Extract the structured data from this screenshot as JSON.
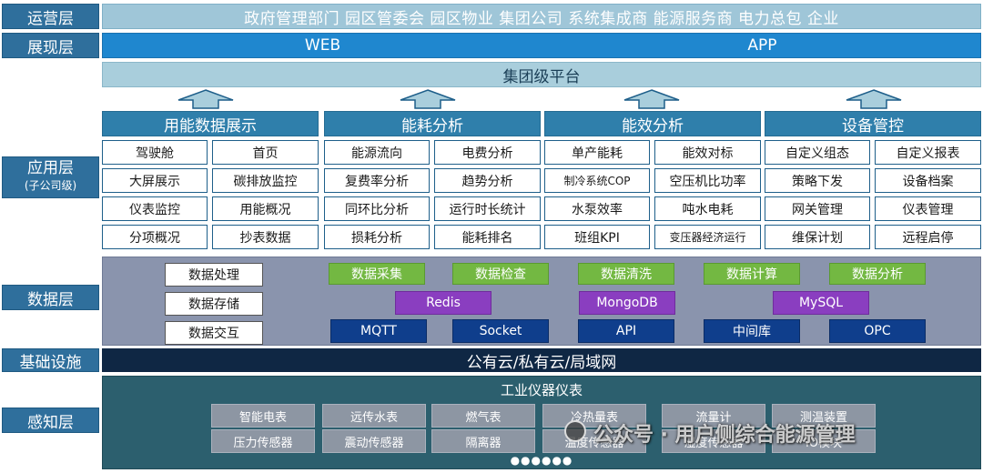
{
  "layers": {
    "operation": "运营层",
    "presentation": "展现层",
    "application": "应用层",
    "application_sub": "(子公司级)",
    "data": "数据层",
    "infrastructure": "基础设施",
    "perception": "感知层"
  },
  "operation_bar": "政府管理部门 园区管委会 园区物业 集团公司 系统集成商 能源服务商 电力总包 企业",
  "presentation": {
    "web": "WEB",
    "app": "APP"
  },
  "platform": "集团级平台",
  "modules": [
    {
      "title": "用能数据展示",
      "left": [
        "驾驶舱",
        "大屏展示",
        "仪表监控",
        "分项概况"
      ],
      "right": [
        "首页",
        "碳排放监控",
        "用能概况",
        "抄表数据"
      ]
    },
    {
      "title": "能耗分析",
      "left": [
        "能源流向",
        "复费率分析",
        "同环比分析",
        "损耗分析"
      ],
      "right": [
        "电费分析",
        "趋势分析",
        "运行时长统计",
        "能耗排名"
      ]
    },
    {
      "title": "能效分析",
      "left": [
        "单产能耗",
        "制冷系统COP",
        "水泵效率",
        "班组KPI"
      ],
      "right": [
        "能效对标",
        "空压机比功率",
        "吨水电耗",
        "变压器经济运行"
      ]
    },
    {
      "title": "设备管控",
      "left": [
        "自定义组态",
        "策略下发",
        "网关管理",
        "维保计划"
      ],
      "right": [
        "自定义报表",
        "设备档案",
        "仪表管理",
        "远程启停"
      ]
    }
  ],
  "data_layer": {
    "processing": [
      "数据处理",
      "数据存储",
      "数据交互"
    ],
    "green": [
      "数据采集",
      "数据检查",
      "数据清洗",
      "数据计算",
      "数据分析"
    ],
    "purple": [
      "Redis",
      "MongoDB",
      "MySQL"
    ],
    "navy": [
      "MQTT",
      "Socket",
      "API",
      "中间库",
      "OPC"
    ]
  },
  "infrastructure_bar": "公有云/私有云/局域网",
  "perception_layer": {
    "title": "工业仪器仪表",
    "row1": [
      "智能电表",
      "远传水表",
      "燃气表",
      "冷热量表",
      "流量计",
      "测温装置"
    ],
    "row2": [
      "压力传感器",
      "震动传感器",
      "隔离器",
      "温度传感器",
      "湿度传感器",
      "IO模块"
    ],
    "more": "●●●●●●"
  },
  "watermark": "公众号 · 用户侧综合能源管理",
  "colors": {
    "layer_label": "#2f6f9c",
    "presentation": "#1f87cf",
    "green": "#73b842",
    "purple": "#8a3ec0",
    "navy": "#0f3e8c",
    "infrastructure": "#0f2744",
    "perception": "#2c5f6e"
  }
}
